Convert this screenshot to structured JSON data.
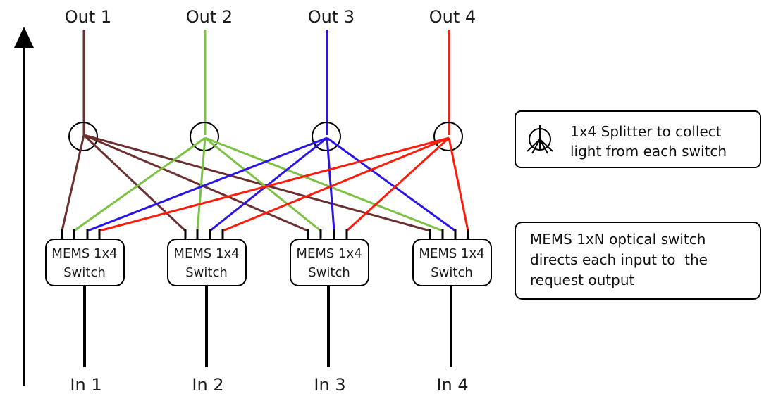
{
  "outputs": [
    "Out 1",
    "Out 2",
    "Out 3",
    "Out 4"
  ],
  "inputs": [
    "In 1",
    "In 2",
    "In 3",
    "In 4"
  ],
  "switch": {
    "line1": "MEMS 1x4",
    "line2": "Switch"
  },
  "legend": {
    "splitter_line1": "1x4 Splitter to collect",
    "splitter_line2": "light from each switch",
    "switch_line1": "MEMS 1xN optical switch",
    "switch_line2": "directs each input to  the",
    "switch_line3": "request output"
  },
  "colors": {
    "out1": "#6b2f2f",
    "out2": "#7cc242",
    "out3": "#2a14e6",
    "out4": "#ff1a0a",
    "input": "#000000"
  },
  "icons": [
    "splitter-icon",
    "arrow-up-icon"
  ]
}
